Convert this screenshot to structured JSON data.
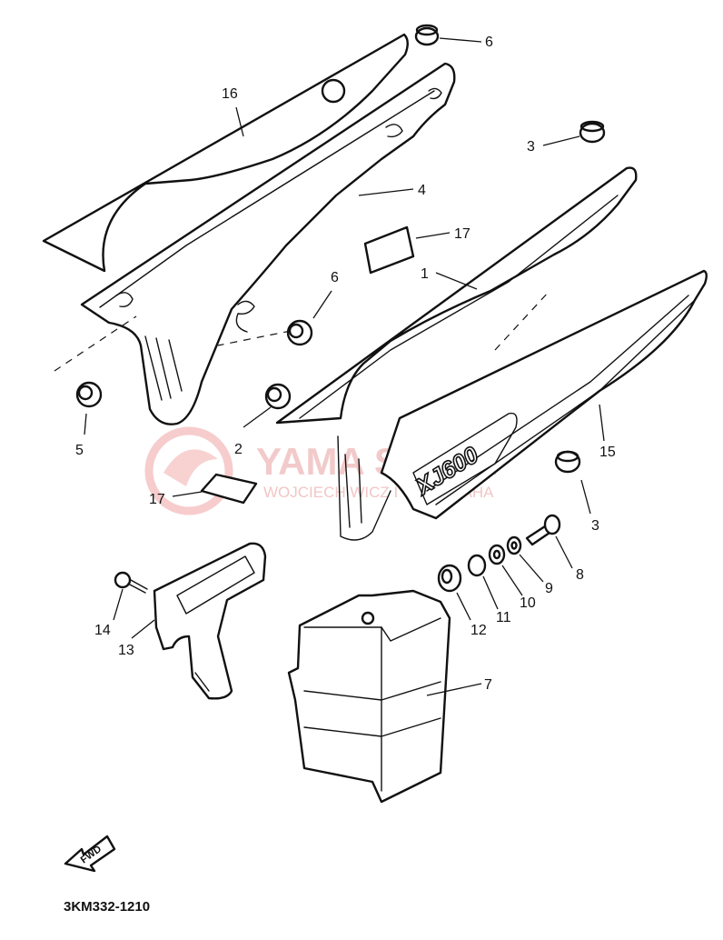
{
  "diagram": {
    "part_labels": [
      "1",
      "2",
      "3",
      "3",
      "4",
      "5",
      "6",
      "6",
      "7",
      "8",
      "9",
      "10",
      "11",
      "12",
      "13",
      "14",
      "15",
      "16",
      "17",
      "17"
    ],
    "drawing_code": "3KM332-1210",
    "direction_badge": "FWD",
    "model_emblem": "XJ600",
    "watermark": {
      "logo_text": "YAMA SK .PL",
      "subtitle": "WOJCIECH  WICZ  I  OR YAMAHA"
    }
  }
}
